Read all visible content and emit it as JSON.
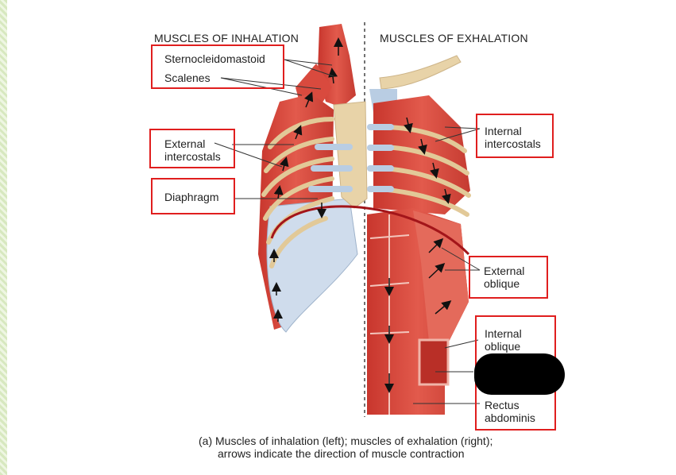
{
  "headers": {
    "inhalation": "MUSCLES OF INHALATION",
    "exhalation": "MUSCLES OF EXHALATION"
  },
  "labels": {
    "sternocleidomastoid": "Sternocleidomastoid",
    "scalenes": "Scalenes",
    "external_intercostals": [
      "External",
      "intercostals"
    ],
    "diaphragm": "Diaphragm",
    "internal_intercostals": [
      "Internal",
      "intercostals"
    ],
    "external_oblique": [
      "External",
      "oblique"
    ],
    "internal_oblique": [
      "Internal",
      "oblique"
    ],
    "rectus_abdominis": [
      "Rectus",
      "abdominis"
    ]
  },
  "caption": {
    "line1": "(a) Muscles of inhalation (left); muscles of exhalation (right);",
    "line2": "arrows indicate the direction of muscle contraction"
  },
  "colors": {
    "label_box": "#e01e1e",
    "muscle": "#d9453a",
    "muscle_light": "#ee8a7c",
    "bone": "#e8d3a8",
    "cartilage": "#b9cde3",
    "diaphragm_line": "#a3151a"
  }
}
